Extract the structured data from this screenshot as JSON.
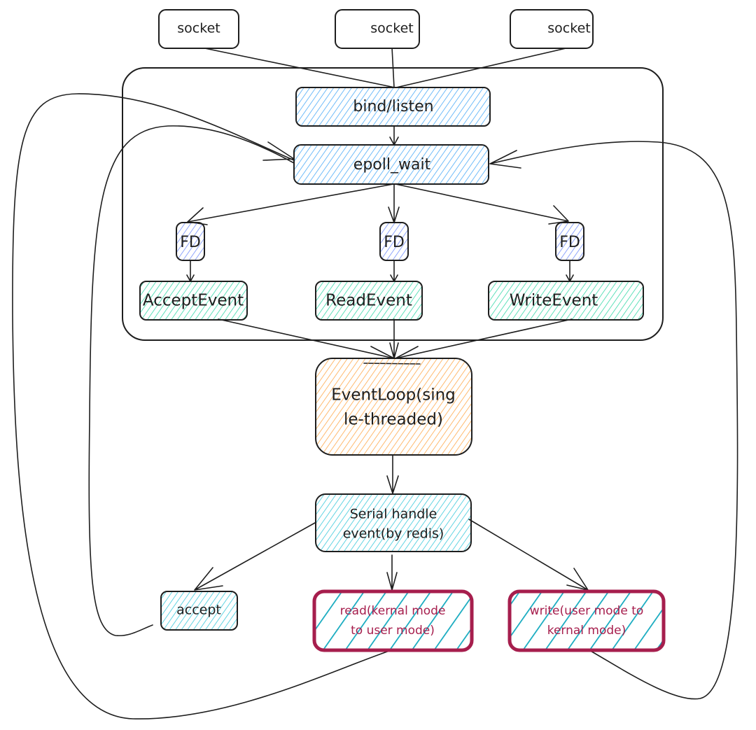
{
  "diagram": {
    "colors": {
      "stroke": "#1e1e1e",
      "blue_fill": "#4dabf7",
      "indigo_fill": "#748ffc",
      "green_fill": "#38d9a9",
      "orange_fill": "#ffa94d",
      "cyan_fill": "#3bc9db",
      "hatch_cyan_bold": "#15aabf",
      "highlight_border": "#a61e4d"
    },
    "nodes": {
      "socket_1": {
        "label": "socket"
      },
      "socket_2": {
        "label": "socket"
      },
      "socket_3": {
        "label": "socket"
      },
      "bind_listen": {
        "label": "bind/listen"
      },
      "epoll_wait": {
        "label": "epoll_wait"
      },
      "fd_1": {
        "label": "FD"
      },
      "fd_2": {
        "label": "FD"
      },
      "fd_3": {
        "label": "FD"
      },
      "accept_event": {
        "label": "AcceptEvent"
      },
      "read_event": {
        "label": "ReadEvent"
      },
      "write_event": {
        "label": "WriteEvent"
      },
      "event_loop": {
        "line1": "EventLoop(sing",
        "line2": "le-threaded)"
      },
      "serial_handle": {
        "line1": "Serial handle",
        "line2": "event(by redis)"
      },
      "accept": {
        "label": "accept"
      },
      "read": {
        "line1": "read(kernal mode",
        "line2": "to user mode)"
      },
      "write": {
        "line1": "write(user mode to",
        "line2": "kernal mode)"
      }
    },
    "edges": [
      {
        "from": "socket_1",
        "to": "bind_listen"
      },
      {
        "from": "socket_2",
        "to": "bind_listen"
      },
      {
        "from": "socket_3",
        "to": "bind_listen"
      },
      {
        "from": "bind_listen",
        "to": "epoll_wait"
      },
      {
        "from": "epoll_wait",
        "to": "fd_1"
      },
      {
        "from": "epoll_wait",
        "to": "fd_2"
      },
      {
        "from": "epoll_wait",
        "to": "fd_3"
      },
      {
        "from": "fd_1",
        "to": "accept_event"
      },
      {
        "from": "fd_2",
        "to": "read_event"
      },
      {
        "from": "fd_3",
        "to": "write_event"
      },
      {
        "from": "accept_event",
        "to": "event_loop"
      },
      {
        "from": "read_event",
        "to": "event_loop"
      },
      {
        "from": "write_event",
        "to": "event_loop"
      },
      {
        "from": "event_loop",
        "to": "serial_handle"
      },
      {
        "from": "serial_handle",
        "to": "accept"
      },
      {
        "from": "serial_handle",
        "to": "read"
      },
      {
        "from": "serial_handle",
        "to": "write"
      },
      {
        "from": "accept",
        "to": "epoll_wait"
      },
      {
        "from": "read",
        "to": "epoll_wait"
      },
      {
        "from": "write",
        "to": "epoll_wait"
      }
    ]
  }
}
